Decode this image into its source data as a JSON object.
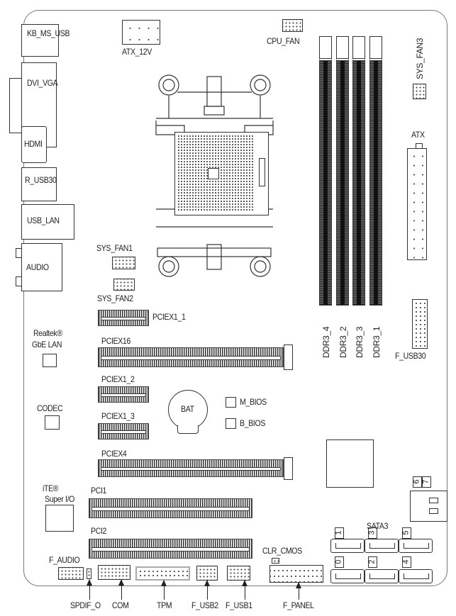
{
  "rear_io": {
    "kb_ms_usb": "KB_MS_USB",
    "dvi_vga": "DVI_VGA",
    "hdmi": "HDMI",
    "r_usb30": "R_USB30",
    "usb_lan": "USB_LAN",
    "audio": "AUDIO"
  },
  "power": {
    "atx_12v": "ATX_12V",
    "atx": "ATX"
  },
  "fans": {
    "cpu_fan": "CPU_FAN",
    "sys_fan1": "SYS_FAN1",
    "sys_fan2": "SYS_FAN2",
    "sys_fan3": "SYS_FAN3"
  },
  "memory": {
    "slots": [
      "DDR3_4",
      "DDR3_2",
      "DDR3_3",
      "DDR3_1"
    ]
  },
  "expansion": {
    "pciex1_1": "PCIEX1_1",
    "pciex16": "PCIEX16",
    "pciex1_2": "PCIEX1_2",
    "pciex1_3": "PCIEX1_3",
    "pciex4": "PCIEX4",
    "pci1": "PCI1",
    "pci2": "PCI2"
  },
  "chips": {
    "realtek": "Realtek®",
    "gbe_lan": "GbE LAN",
    "codec": "CODEC",
    "ite": "iTE®",
    "super_io": "Super I/O",
    "bat": "BAT",
    "m_bios": "M_BIOS",
    "b_bios": "B_BIOS"
  },
  "headers": {
    "f_usb30": "F_USB30",
    "sata3": "SATA3",
    "sata_ports": [
      "1",
      "3",
      "5",
      "0",
      "2",
      "4"
    ],
    "sata_extra": [
      "6",
      "7"
    ],
    "clr_cmos": "CLR_CMOS",
    "f_audio": "F_AUDIO"
  },
  "bottom_labels": {
    "spdif_o": "SPDIF_O",
    "com": "COM",
    "tpm": "TPM",
    "f_usb2": "F_USB2",
    "f_usb1": "F_USB1",
    "f_panel": "F_PANEL"
  }
}
